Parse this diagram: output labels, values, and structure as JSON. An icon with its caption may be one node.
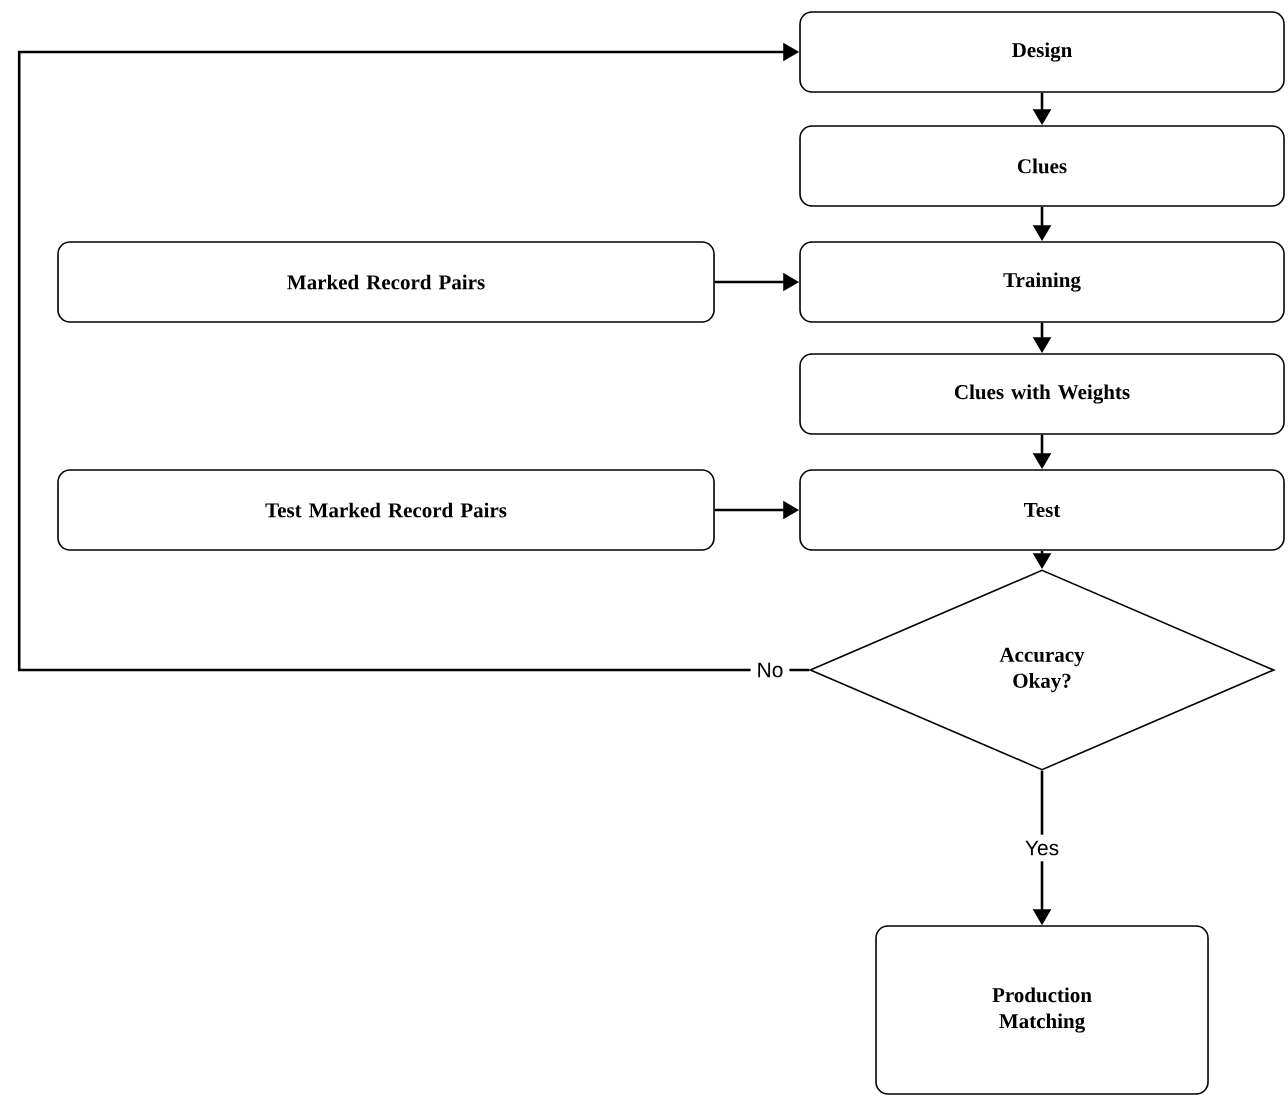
{
  "diagram": {
    "nodes": [
      {
        "text": [
          "Design"
        ]
      },
      {
        "text": [
          "Clues"
        ]
      },
      {
        "text": [
          "Marked Record Pairs"
        ]
      },
      {
        "text": [
          "Training"
        ]
      },
      {
        "text": [
          "Clues with Weights"
        ]
      },
      {
        "text": [
          "Test Marked Record Pairs"
        ]
      },
      {
        "text": [
          "Test"
        ]
      },
      {
        "text": [
          "Accuracy Okay?"
        ]
      },
      {
        "text": [
          "Production Matching"
        ]
      }
    ],
    "edges": [
      {
        "from": 0,
        "to": 1,
        "arrow": "to"
      },
      {
        "from": 1,
        "to": 3,
        "arrow": "to"
      },
      {
        "from": 2,
        "to": 3,
        "arrow": "to"
      },
      {
        "from": 3,
        "to": 4,
        "arrow": "to"
      },
      {
        "from": 5,
        "to": 6,
        "arrow": "to"
      },
      {
        "from": 4,
        "to": 6,
        "arrow": "to"
      },
      {
        "from": 6,
        "to": 7,
        "arrow": "to"
      },
      {
        "from": 7,
        "to": 8,
        "arrow": "to",
        "label": "Yes"
      },
      {
        "from": 7,
        "to": 0,
        "arrow": "to",
        "label": "No"
      }
    ]
  }
}
